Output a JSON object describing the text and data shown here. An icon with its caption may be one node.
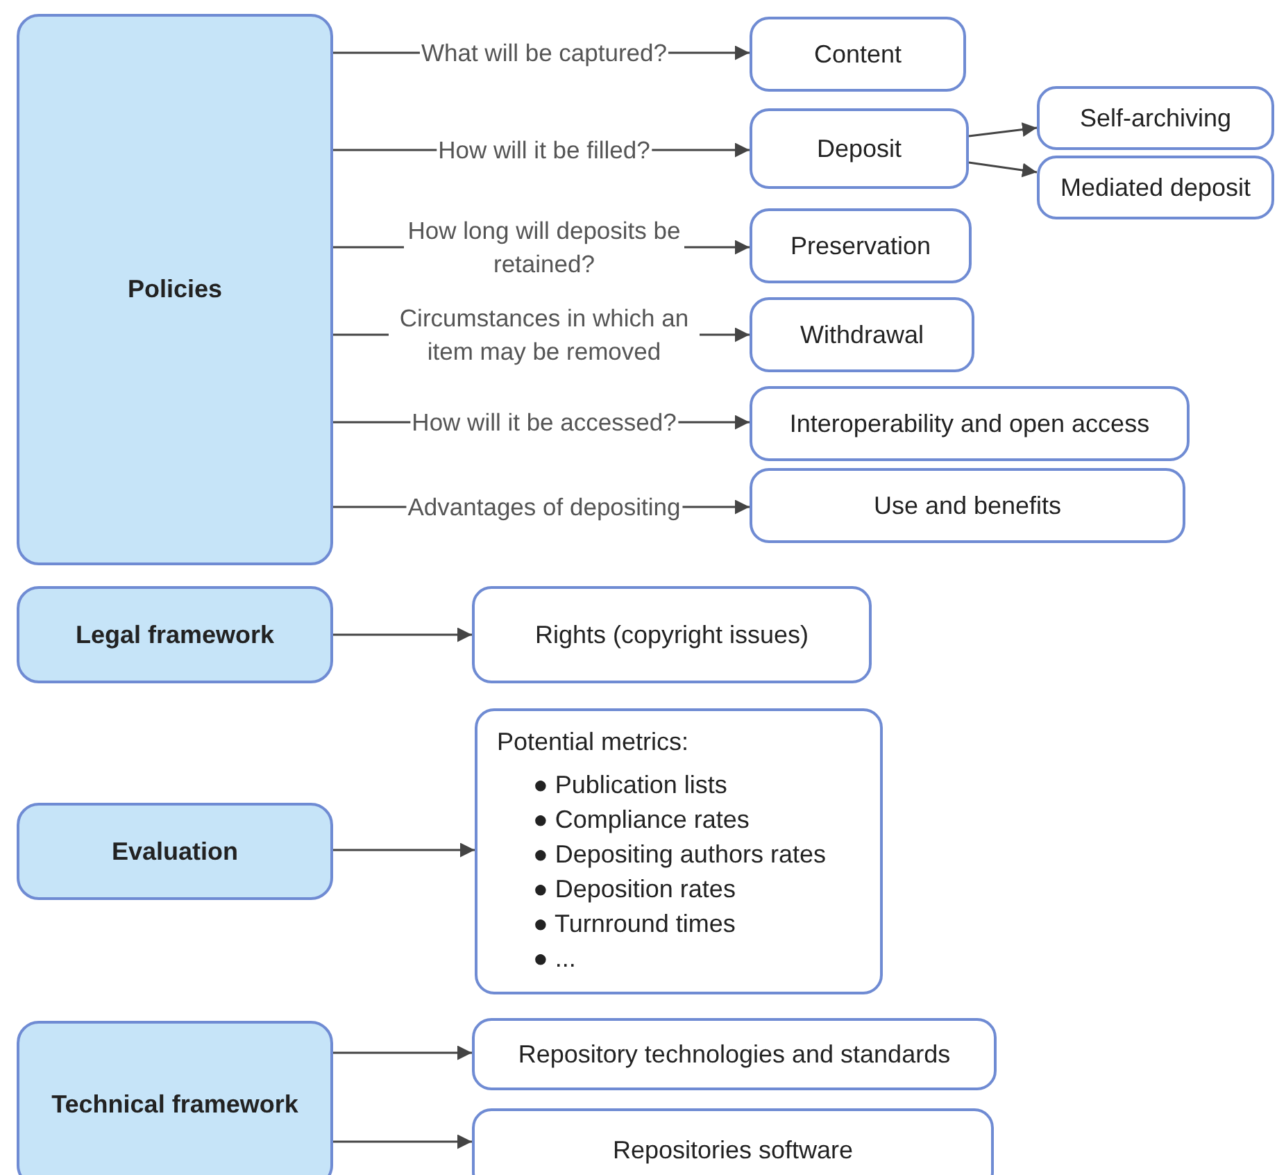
{
  "diagram": {
    "nodes": [
      {
        "text": [
          "Policies"
        ]
      },
      {
        "text": [
          "Content"
        ]
      },
      {
        "text": [
          "Deposit"
        ]
      },
      {
        "text": [
          "Self-archiving"
        ]
      },
      {
        "text": [
          "Mediated deposit"
        ]
      },
      {
        "text": [
          "Preservation"
        ]
      },
      {
        "text": [
          "Withdrawal"
        ]
      },
      {
        "text": [
          "Interoperability and open access"
        ]
      },
      {
        "text": [
          "Use and benefits"
        ]
      },
      {
        "text": [
          "Legal framework"
        ]
      },
      {
        "text": [
          "Rights (copyright issues)"
        ]
      },
      {
        "text": [
          "Evaluation"
        ]
      },
      {
        "text": [
          "Potential metrics:",
          "● Publication lists",
          "● Compliance rates",
          "● Depositing authors rates",
          "● Deposition rates",
          "● Turnround times",
          "● ..."
        ]
      },
      {
        "text": [
          "Technical framework"
        ]
      },
      {
        "text": [
          "Repository technologies and standards"
        ]
      },
      {
        "text": [
          "Repositories software"
        ]
      }
    ],
    "edges": [
      {
        "from": 0,
        "to": 1,
        "arrow": "to",
        "label": "What will be captured?"
      },
      {
        "from": 0,
        "to": 2,
        "arrow": "to",
        "label": "How will it be filled?"
      },
      {
        "from": 0,
        "to": 5,
        "arrow": "to",
        "label": "How long will deposits be retained?"
      },
      {
        "from": 0,
        "to": 6,
        "arrow": "to",
        "label": "Circumstances in which an item may be removed"
      },
      {
        "from": 0,
        "to": 7,
        "arrow": "to",
        "label": "How will it be accessed?"
      },
      {
        "from": 0,
        "to": 8,
        "arrow": "to",
        "label": "Advantages of depositing"
      },
      {
        "from": 2,
        "to": 3,
        "arrow": "to"
      },
      {
        "from": 2,
        "to": 4,
        "arrow": "to"
      },
      {
        "from": 9,
        "to": 10,
        "arrow": "to"
      },
      {
        "from": 11,
        "to": 12,
        "arrow": "to"
      },
      {
        "from": 13,
        "to": 14,
        "arrow": "to"
      },
      {
        "from": 13,
        "to": 15,
        "arrow": "to"
      }
    ]
  }
}
